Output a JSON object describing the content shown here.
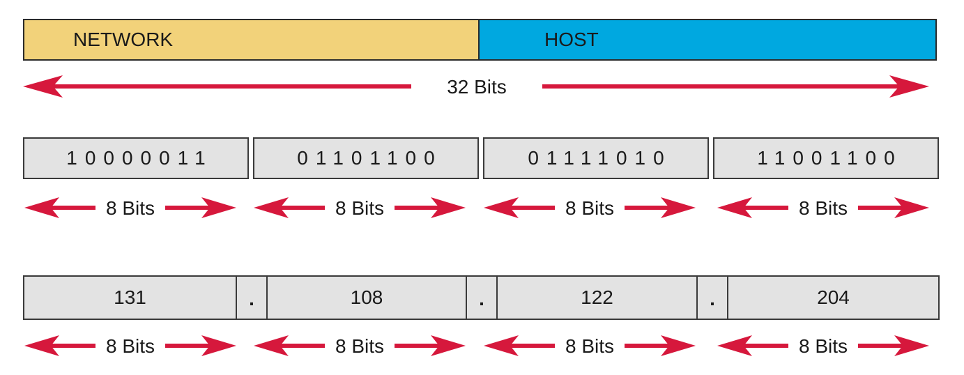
{
  "top_bar": {
    "network_label": "NETWORK",
    "host_label": "HOST",
    "network_color": "#F2D27A",
    "host_color": "#00A8E0"
  },
  "span_label": "32 Bits",
  "binary_octets": [
    "10000011",
    "01101100",
    "01111010",
    "11001100"
  ],
  "decimal_octets": [
    "131",
    "108",
    "122",
    "204"
  ],
  "separator": ".",
  "octet_span_label": "8 Bits",
  "arrow_color": "#D6183C",
  "box_fill": "#E3E3E3"
}
